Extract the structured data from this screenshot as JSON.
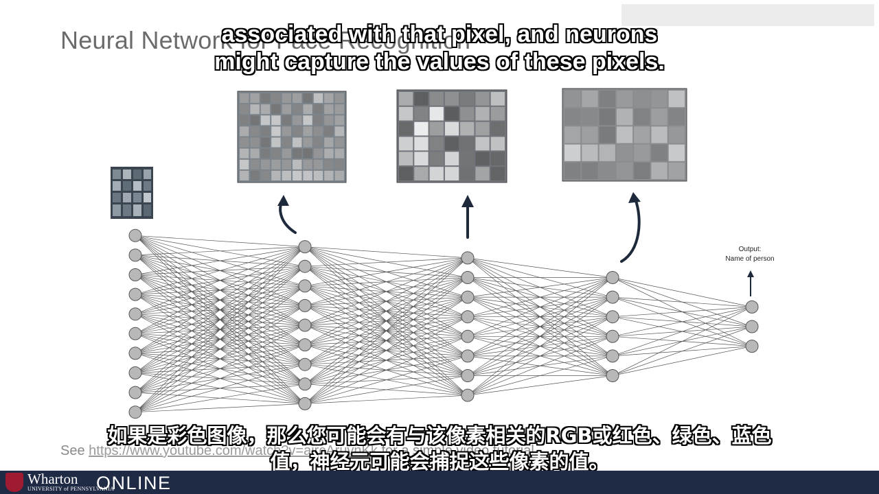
{
  "slide": {
    "title": "Neural Network for Face Recognition",
    "watermark": "",
    "see_prefix": "See ",
    "see_link": "https://www.youtube.com/watch?v=aircAruvnKk",
    "see_suffix": " for a simple video tutorial"
  },
  "diagram": {
    "output_label_1": "Output:",
    "output_label_2": "Name of person",
    "layers": [
      10,
      9,
      8,
      6,
      3
    ],
    "node_color": "#b8b8b8",
    "edge_color": "#555555"
  },
  "subtitles": {
    "en_line1": "associated with that pixel, and neurons",
    "en_line2": "might capture the values of these pixels.",
    "zh_line1": "如果是彩色图像，那么您可能会有与该像素相关的RGB或红色、绿色、蓝色",
    "zh_line2": "值，神经元可能会捕捉这些像素的值。"
  },
  "footer": {
    "brand": "Wharton",
    "university": "UNIVERSITY of PENNSYLVANIA",
    "online": "ONLINE",
    "bg_color": "#1f2a44"
  }
}
